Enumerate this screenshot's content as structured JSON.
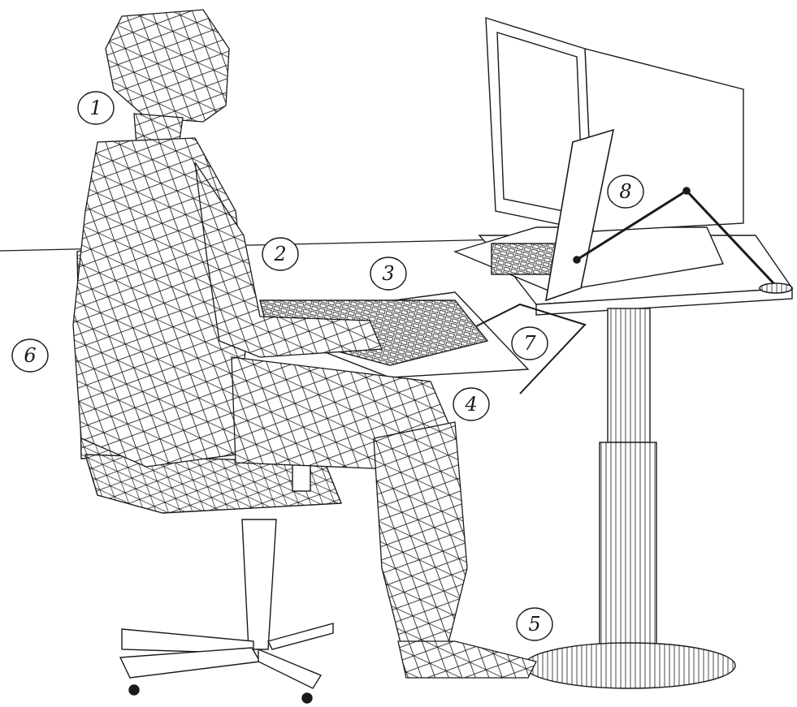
{
  "figure": {
    "callouts": [
      {
        "id": "1",
        "label": "1"
      },
      {
        "id": "2",
        "label": "2"
      },
      {
        "id": "3",
        "label": "3"
      },
      {
        "id": "4",
        "label": "4"
      },
      {
        "id": "5",
        "label": "5"
      },
      {
        "id": "6",
        "label": "6"
      },
      {
        "id": "7",
        "label": "7"
      },
      {
        "id": "8",
        "label": "8"
      }
    ]
  },
  "colors": {
    "line": "#1a1a1a",
    "background": "#ffffff"
  }
}
